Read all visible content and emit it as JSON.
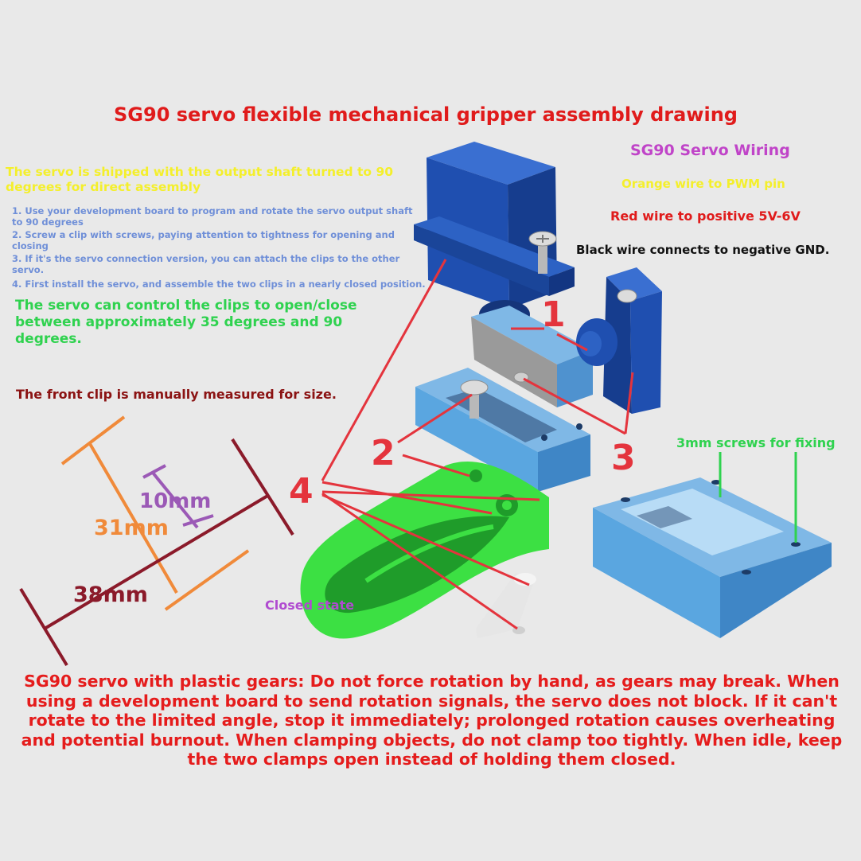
{
  "title": "SG90 servo flexible mechanical gripper assembly drawing",
  "shipping_note": "The servo is shipped with the output shaft turned to 90 degrees for direct assembly",
  "steps": [
    "1. Use your development board to program and rotate the servo output shaft to 90 degrees",
    "2. Screw a clip with screws, paying attention to tightness for opening and closing",
    "3. If it's the servo connection version, you can attach the clips to the other servo.",
    "4. First install the servo, and assemble the two clips in a nearly closed position."
  ],
  "range_note": "The servo can control the clips to open/close between approximately 35 degrees and 90 degrees.",
  "front_clip_note": "The front clip is manually measured for size.",
  "wiring": {
    "title": "SG90 Servo Wiring",
    "orange": "Orange wire to PWM pin",
    "red": "Red wire to positive 5V-6V",
    "black": "Black wire connects to negative GND."
  },
  "screws_note": "3mm screws for fixing",
  "closed_state": "Closed state",
  "dimensions": {
    "d1": "10mm",
    "d2": "31mm",
    "d3": "38mm"
  },
  "callouts": [
    "1",
    "2",
    "3",
    "4"
  ],
  "warning": "SG90 servo with plastic gears: Do not force rotation by hand, as gears may break. When using a development board to send rotation signals, the servo does not block. If it can't rotate to the limited angle, stop it immediately; prolonged rotation causes overheating and potential burnout. When clamping objects, do not clamp too tightly. When idle, keep the two clamps open instead of holding them closed.",
  "colors": {
    "title": "#e01b1b",
    "servo_blue": "#1f4fb0",
    "mount_blue": "#5aa6e0",
    "clip_green": "#3ce043",
    "callout_red": "#e4343d",
    "dim_orange": "#f08a3a",
    "dim_purple": "#9b59b6",
    "dim_darkred": "#8b1a2a"
  }
}
